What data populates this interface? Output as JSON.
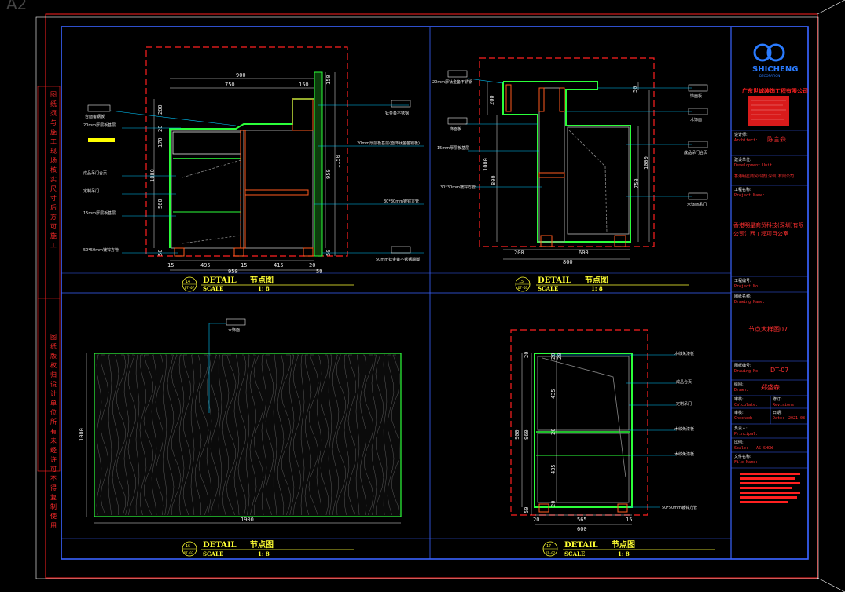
{
  "sheet": {
    "size_label": "A2"
  },
  "side_notes": [
    "图纸须与施工现场核实尺寸后方可施工",
    "图纸版权归设计单位所有未经许可不得复制使用"
  ],
  "views": {
    "tl": {
      "title": "DETAIL",
      "title_cn": "节点图",
      "scale_label": "SCALE",
      "scale": "1: 8",
      "bubble_num": "14",
      "bubble_ref": "DT-07",
      "dims": {
        "top_total": "900",
        "top_a": "750",
        "top_b": "150",
        "bottom_total": "950",
        "bottom_a": "495",
        "bottom_b": "15",
        "bottom_c": "415",
        "bottom_d": "20",
        "bottom_e": "15",
        "bottom_f": "50",
        "left_a": "200",
        "left_b": "20",
        "left_c": "170",
        "left_d": "1000",
        "left_e": "560",
        "left_f": "50",
        "right_a": "150",
        "right_b": "1150",
        "right_c": "950",
        "right_d": "50"
      },
      "labels_left": [
        "台面备钢板",
        "20mm厚层板基层",
        "成品吊门合页",
        "定制吊门",
        "15mm厚层板基层",
        "50*50mm镀锌方管"
      ],
      "labels_right": [
        "钛金备不锈钢",
        "20mm厚层板基层(面饰钛金备钢板)",
        "30*30mm镀锌方管",
        "50mm钛金备不锈钢踢脚"
      ]
    },
    "tr": {
      "title": "DETAIL",
      "title_cn": "节点图",
      "scale_label": "SCALE",
      "scale": "1: 8",
      "bubble_num": "15",
      "bubble_ref": "DT-07",
      "dims": {
        "bottom_a": "200",
        "bottom_b": "600",
        "bottom_total": "800",
        "left_a": "200",
        "left_b": "1000",
        "left_c": "800",
        "right_a": "50",
        "right_b": "1000",
        "right_c": "750"
      },
      "labels_left": [
        "20mm厚钛金备不锈钢",
        "饰面板",
        "15mm厚层板基层",
        "30*30mm镀锌方管"
      ],
      "labels_right": [
        "饰面板",
        "木饰面",
        "成品吊门合页",
        "木饰面吊门"
      ]
    },
    "bl": {
      "title": "DETAIL",
      "title_cn": "节点图",
      "scale_label": "SCALE",
      "scale": "1: 8",
      "bubble_num": "16",
      "bubble_ref": "DT-07",
      "dims": {
        "width": "1900",
        "height": "1000"
      },
      "label": "木饰面"
    },
    "br": {
      "title": "DETAIL",
      "title_cn": "节点图",
      "scale_label": "SCALE",
      "scale": "1: 8",
      "bubble_num": "17",
      "bubble_ref": "DT-07",
      "dims": {
        "bottom_a": "20",
        "bottom_b": "565",
        "bottom_c": "15",
        "bottom_total": "600",
        "left_a": "20",
        "left_b": "900",
        "left_c": "960",
        "left_d": "50",
        "inner_a": "20",
        "inner_b": "435",
        "inner_c": "20",
        "inner_d": "435",
        "inner_e": "20",
        "inner_f": "20"
      },
      "labels_right": [
        "木纹免漆板",
        "成品合页",
        "定制吊门",
        "木纹免漆板",
        "木纹免漆板",
        "50*50mm镀锌方管"
      ]
    }
  },
  "title_block": {
    "logo_text": "SHICHENG",
    "logo_sub": "DECORATION",
    "company_banner": "广东世诚装饰工程有限公司",
    "designer_cn": "设计师:",
    "designer_en": "Architect:",
    "designer": "陈言森",
    "dev_cn": "建设单位:",
    "dev_en": "Development Unit:",
    "dev": "香港明星商贸科技(深圳)有限公司",
    "proj_cn": "工程名称:",
    "proj_en": "Project Name:",
    "project": "香港明星商贸科技(深圳)有限公司江西工程项目公室",
    "projno_cn": "工程编号:",
    "projno_en": "Project No:",
    "dwgname_cn": "图纸名称:",
    "dwgname_en": "Drawing Name:",
    "drawing_name": "节点大样图07",
    "dwgno_cn": "图纸编号:",
    "dwgno_en": "Drawing No:",
    "drawing_no": "DT-07",
    "drawn_cn": "绘图:",
    "drawn_en": "Drawn:",
    "drawn": "郑盛森",
    "calc_cn": "审核:",
    "calc_en": "Calculate:",
    "rev_cn": "修订:",
    "rev_en": "Revisions:",
    "checked_cn": "审核:",
    "checked_en": "Checked:",
    "date_cn": "日期:",
    "date_en": "Date:",
    "date": "2021.08",
    "principal_cn": "负责人:",
    "principal_en": "Principal:",
    "scale_cn": "比例:",
    "scale_en": "Scale:",
    "scale": "AS SHOW",
    "file_cn": "文件名称:",
    "file_en": "File Name:"
  },
  "colors": {
    "frame": "#3a63ff",
    "green": "#2bff3a",
    "red": "#ff2020",
    "cyan": "#00c8ff",
    "yellow": "#ffff33",
    "white": "#e8e8e8",
    "orange": "#ff5a1e"
  }
}
